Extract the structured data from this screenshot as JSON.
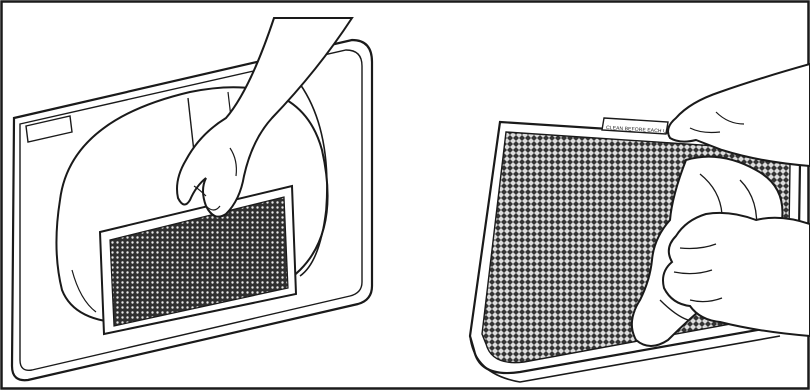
{
  "panels": [
    {
      "id": "left",
      "illustration": "hand lifting lint filter out of dryer door opening"
    },
    {
      "id": "right",
      "illustration": "hands wiping lint filter screen with cloth"
    }
  ],
  "filter_tab": {
    "label": "CLEAN BEFORE EACH USE"
  },
  "colors": {
    "line": "#1a1a1a",
    "mesh": "#2b2b2b",
    "paper": "#ffffff"
  }
}
